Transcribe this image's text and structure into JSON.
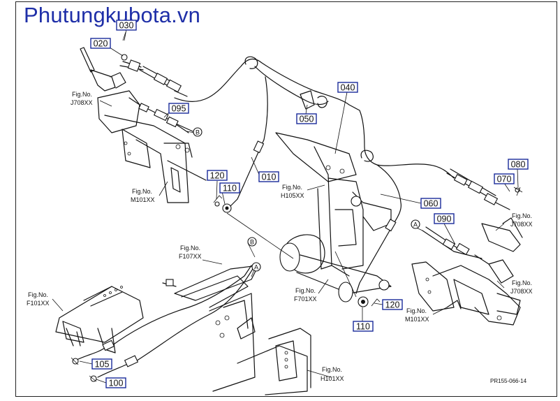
{
  "watermark": "Phutungkubota.vn",
  "drawing_code": "PR155-066-14",
  "parts": [
    {
      "id": "p-030",
      "label": "030"
    },
    {
      "id": "p-020",
      "label": "020"
    },
    {
      "id": "p-095",
      "label": "095"
    },
    {
      "id": "p-040",
      "label": "040"
    },
    {
      "id": "p-050",
      "label": "050"
    },
    {
      "id": "p-010",
      "label": "010"
    },
    {
      "id": "p-120a",
      "label": "120"
    },
    {
      "id": "p-110a",
      "label": "110"
    },
    {
      "id": "p-080",
      "label": "080"
    },
    {
      "id": "p-070",
      "label": "070"
    },
    {
      "id": "p-060",
      "label": "060"
    },
    {
      "id": "p-090",
      "label": "090"
    },
    {
      "id": "p-120b",
      "label": "120"
    },
    {
      "id": "p-110b",
      "label": "110"
    },
    {
      "id": "p-105",
      "label": "105"
    },
    {
      "id": "p-100",
      "label": "100"
    }
  ],
  "fig_refs": [
    {
      "label": "Fig.No.",
      "code": "J708XX"
    },
    {
      "label": "Fig.No.",
      "code": "M101XX"
    },
    {
      "label": "Fig.No.",
      "code": "H105XX"
    },
    {
      "label": "Fig.No.",
      "code": "J708XX"
    },
    {
      "label": "Fig.No.",
      "code": "F107XX"
    },
    {
      "label": "Fig.No.",
      "code": "F701XX"
    },
    {
      "label": "Fig.No.",
      "code": "J708XX"
    },
    {
      "label": "Fig.No.",
      "code": "M101XX"
    },
    {
      "label": "Fig.No.",
      "code": "F101XX"
    },
    {
      "label": "Fig.No.",
      "code": "H101XX"
    }
  ],
  "connectors": [
    {
      "id": "conn-b-upper",
      "letter": "B"
    },
    {
      "id": "conn-a-right",
      "letter": "A"
    },
    {
      "id": "conn-b-lower",
      "letter": "B"
    },
    {
      "id": "conn-a-lower",
      "letter": "A"
    }
  ]
}
